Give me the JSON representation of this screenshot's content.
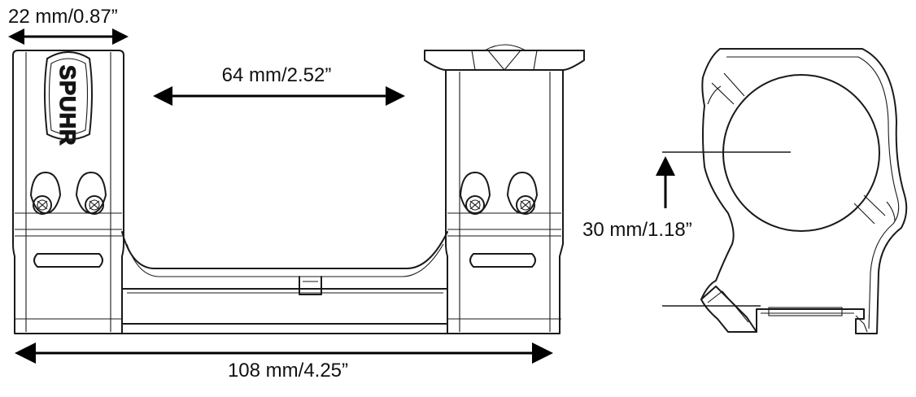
{
  "dimensions": {
    "clamp_width": "22 mm/0.87”",
    "ring_spacing": "64 mm/2.52”",
    "total_length": "108 mm/4.25”",
    "center_height": "30 mm/1.18”"
  },
  "logo": {
    "brand": "SPUHR"
  },
  "colors": {
    "line": "#1a1a1a",
    "background": "#ffffff"
  }
}
